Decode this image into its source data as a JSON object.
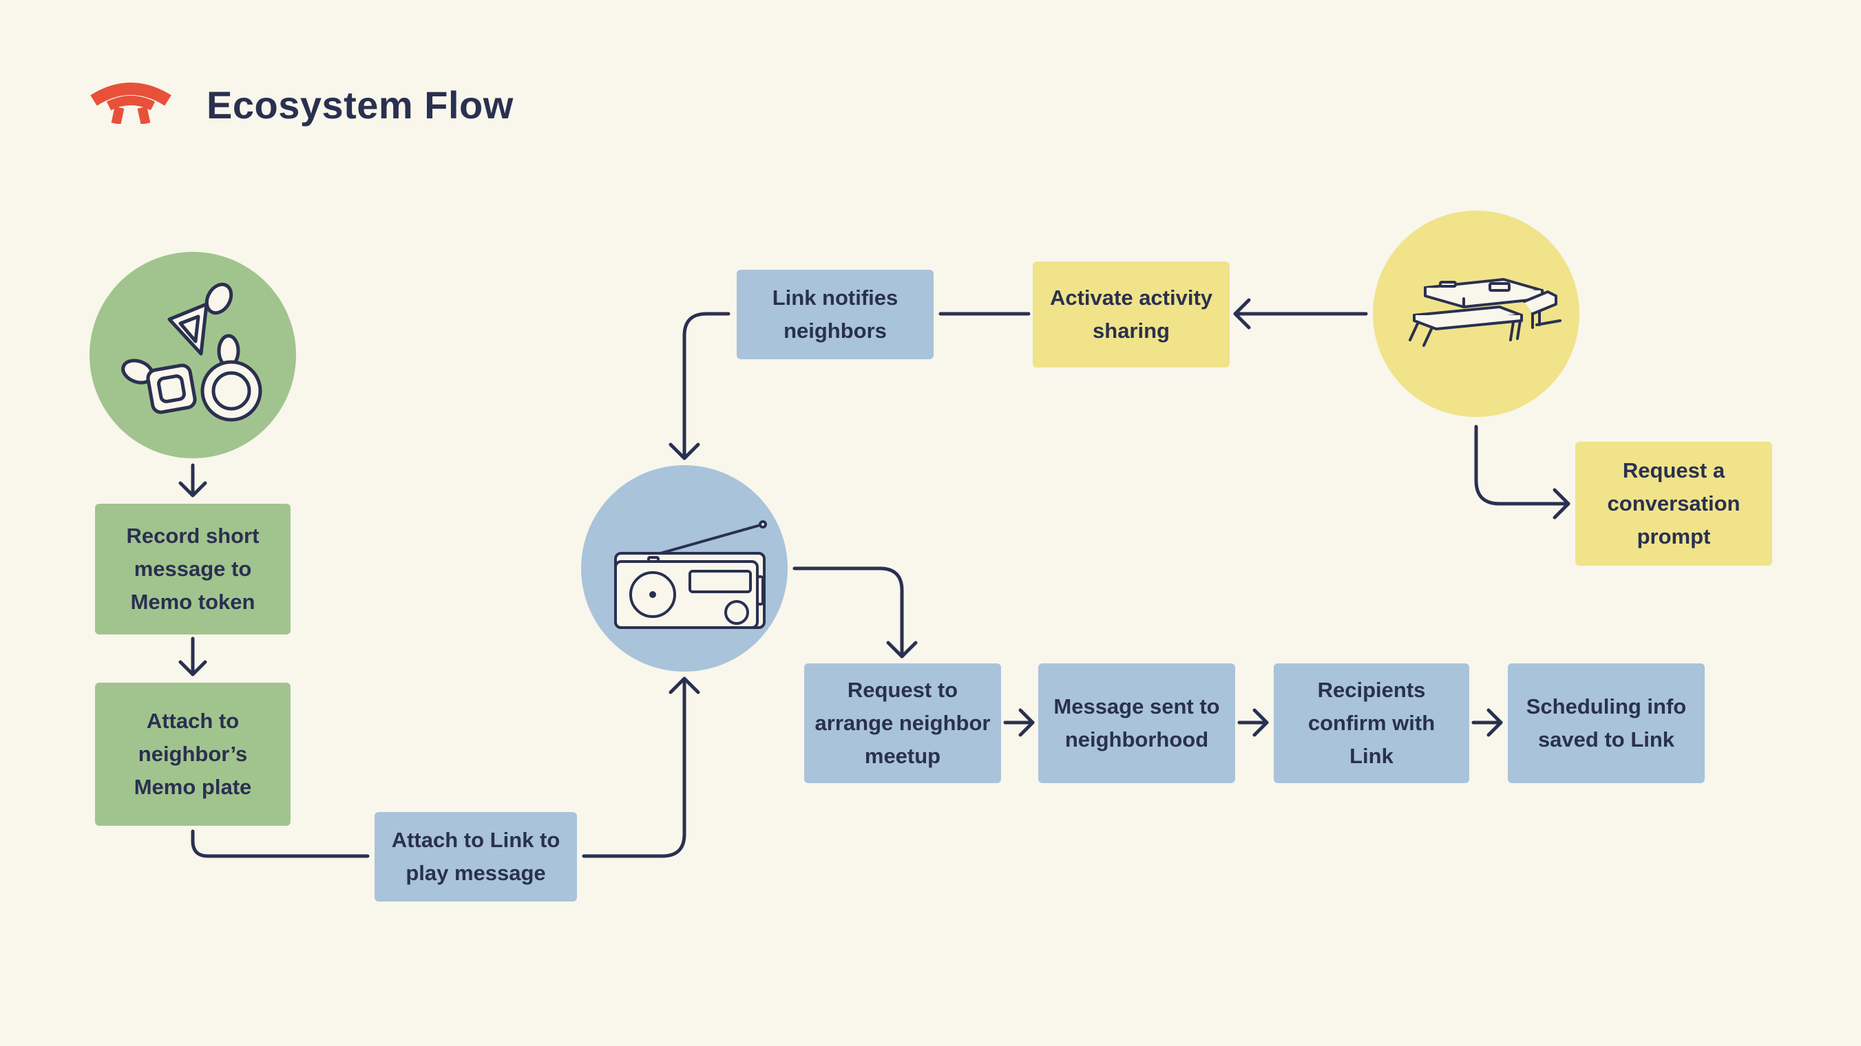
{
  "title": "Ecosystem Flow",
  "icons": {
    "logo": "link-arch-logo-icon",
    "memo_tokens": "memo-tokens-icon",
    "radio": "link-radio-icon",
    "table": "picnic-table-icon"
  },
  "colors": {
    "background": "#f9f6ec",
    "text": "#2a3050",
    "logo": "#e8503a",
    "green": "#a1c48e",
    "blue": "#a9c3da",
    "yellow": "#f0e38a"
  },
  "steps": {
    "record": "Record short message to Memo token",
    "attach_plate": "Attach to neighbor’s Memo plate",
    "attach_link": "Attach to Link to play message",
    "link_notifies": "Link notifies neighbors",
    "activate_sharing": "Activate activity sharing",
    "request_prompt": "Request a conversation prompt",
    "request_meetup": "Request to arrange neighbor meetup",
    "message_sent": "Message sent to neighborhood",
    "recipients_confirm": "Recipients confirm with Link",
    "scheduling_saved": "Scheduling info saved to Link"
  }
}
